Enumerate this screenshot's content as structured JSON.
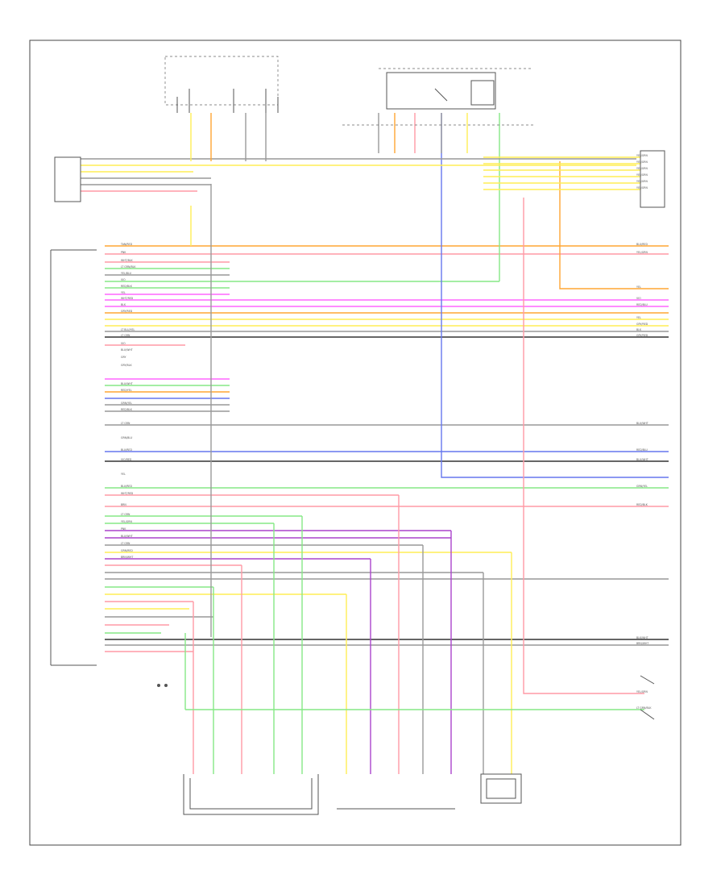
{
  "diagram": {
    "footer_code": "",
    "colors": {
      "pink": "#ff9aa6",
      "orange": "#ffa533",
      "yellow": "#ffee55",
      "green": "#86e886",
      "blue": "#6677ee",
      "purple": "#aa44cc",
      "magenta": "#ff66ff",
      "gray": "#999999",
      "black": "#333333",
      "white_wire": "#dddddd"
    },
    "components": {
      "ac_control_unit": "",
      "left_junction_box": "",
      "right_junction_box": "",
      "hot_at_all_times": "",
      "hot_in_run": "",
      "blower_motor_relay": "",
      "pressure_switch": "",
      "blower_motor_left": "",
      "blower_motor_right": "",
      "evap_temp_sensor": "",
      "intake_door_motor": ""
    },
    "unit_side_labels": [
      "TAN/RED",
      "PNK",
      "WHT/BLK",
      "LT GRN/BLK",
      "YEL/BLU",
      "VIO",
      "RED/BLK",
      "YEL",
      "WHT/RED",
      "BLK",
      "GRY/RED",
      "",
      "",
      "LT BLU/YEL",
      "LT GRN",
      "VIO",
      "BLU/WHT",
      "GRY",
      "GRY/BLK",
      "",
      "BLU/WHT",
      "RED/YEL",
      "",
      "GRN/YEL",
      "RED/BLK",
      "LT GRN",
      "GRN/BLU",
      "BLU/RED",
      "VIO/RED",
      "YEL",
      "BLU/RED",
      "WHT/RED",
      "BRN",
      "LT GRN",
      "YEL/GRN",
      "PNK",
      "BLU/WHT",
      "LT GRN",
      "GRN/RED",
      "BRN/WHT"
    ],
    "right_side_labels": [
      "YEL/GRN",
      "YEL/GRN",
      "YEL/GRN",
      "YEL/GRN",
      "YEL/GRN",
      "YEL/GRN",
      "BLU/RED",
      "YEL/GRN",
      "YEL",
      "VIO",
      "RED/BLU",
      "YEL",
      "GRY/RED",
      "BLK",
      "GRY/RED",
      "BLU/WHT",
      "RED/BLU",
      "BLU/WHT",
      "GRN/YEL",
      "RED/BLK",
      "BLK/WHT",
      "BRN/WHT",
      "YEL/GRN",
      "LT GRN/BLK"
    ]
  },
  "chart_data": {
    "type": "table",
    "title": "",
    "wires": [
      {
        "color": "orange",
        "from": "right-junction",
        "to": "unit"
      },
      {
        "color": "green",
        "from": "unit",
        "to": "blower-relay"
      },
      {
        "color": "blue",
        "from": "blower-relay",
        "to": "unit"
      },
      {
        "color": "pink",
        "from": "left-junction",
        "to": "pressure-switch"
      },
      {
        "color": "yellow",
        "from": "unit",
        "to": "motors"
      },
      {
        "color": "purple",
        "from": "unit",
        "to": "motors"
      },
      {
        "color": "gray",
        "from": "unit",
        "to": "ground"
      }
    ]
  }
}
